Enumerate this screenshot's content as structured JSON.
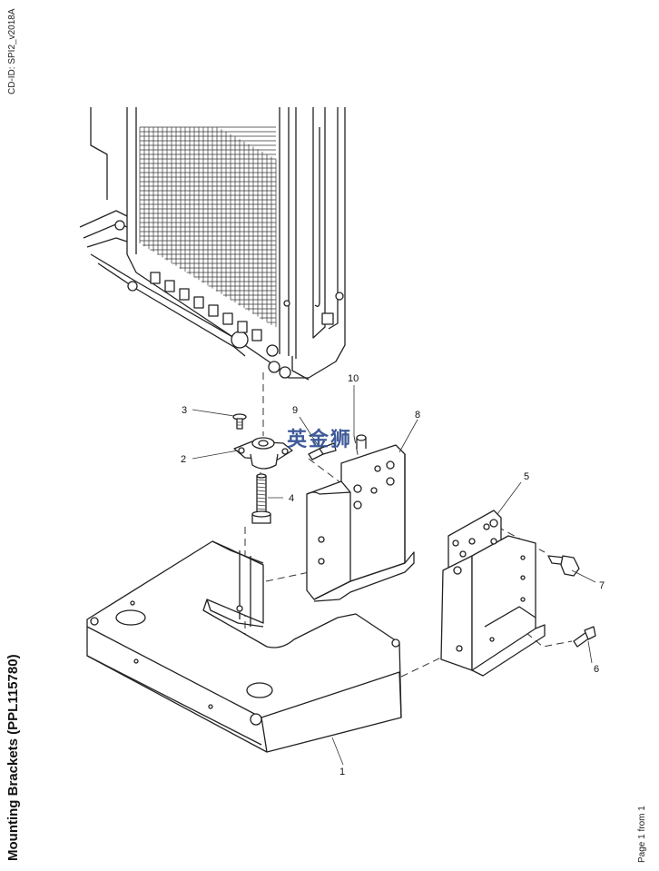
{
  "document": {
    "cd_id": "CD-ID: SPI2_v2018A",
    "title": "Mounting Brackets (PPL115780)",
    "page_label": "Page 1 from 1"
  },
  "watermark": "英金狮",
  "callouts": [
    {
      "label": "1",
      "part": "base-plate"
    },
    {
      "label": "2",
      "part": "rubber-mount"
    },
    {
      "label": "3",
      "part": "screw"
    },
    {
      "label": "4",
      "part": "bolt"
    },
    {
      "label": "5",
      "part": "right-bracket"
    },
    {
      "label": "6",
      "part": "flange-bolt"
    },
    {
      "label": "7",
      "part": "hex-bolt"
    },
    {
      "label": "8",
      "part": "left-bracket"
    },
    {
      "label": "9",
      "part": "flange-bolt-upper"
    },
    {
      "label": "10",
      "part": "stud"
    }
  ]
}
